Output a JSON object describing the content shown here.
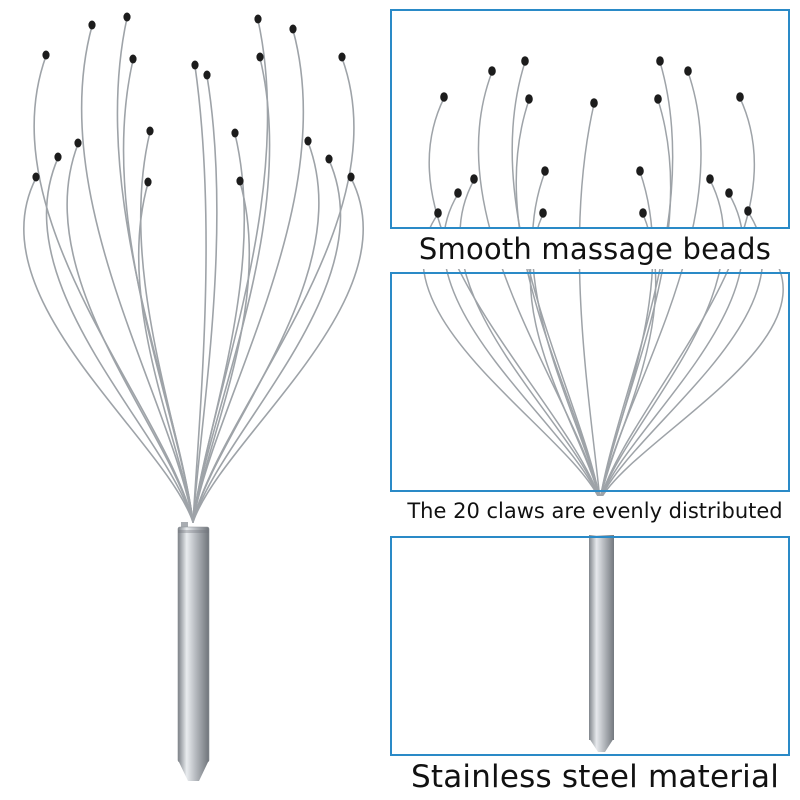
{
  "captions": {
    "beads": "Smooth massage beads",
    "claws": "The 20 claws are evenly distributed",
    "material": "Stainless steel material"
  },
  "colors": {
    "frame_border": "#2a8ac7",
    "wire": "#9ea3a8",
    "bead": "#1c1c1c",
    "handle_light": "#e9ecef",
    "handle_dark": "#7d8288"
  },
  "icons": {
    "product": "scalp-massager-icon"
  }
}
